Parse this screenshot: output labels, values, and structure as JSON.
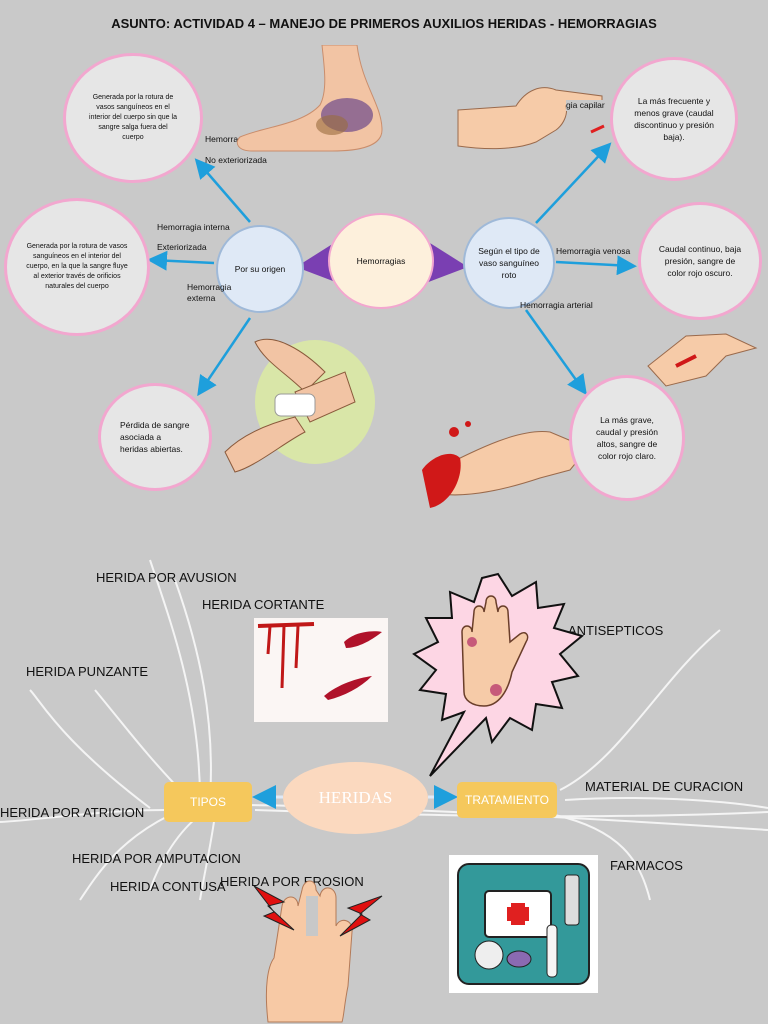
{
  "title": "ASUNTO: ACTIVIDAD 4 – MANEJO DE PRIMEROS AUXILIOS HERIDAS - HEMORRAGIAS",
  "hemorragias": {
    "center": "Hemorragias",
    "origin_node": "Por su origen",
    "vessel_node": "Según el tipo de vaso sanguíneo roto",
    "no_ext_label_a": "Hemorragia",
    "no_ext_label_b": "No exteriorizada",
    "no_ext_desc": "Generada por la rotura de vasos sanguíneos en el interior del cuerpo sin que la sangre salga fuera del cuerpo",
    "int_ext_label_a": "Hemorragia interna",
    "int_ext_label_b": "Exteriorizada",
    "int_ext_desc": "Generada por la rotura de vasos sanguíneos en el interior del cuerpo, en la que la sangre fluye al exterior través de orificios naturales del cuerpo",
    "external_label": "Hemorragia externa",
    "external_desc": "Pérdida de sangre asociada a heridas abiertas.",
    "capillary_label": "gia capilar",
    "capillary_desc": "La más frecuente y menos grave (caudal discontinuo y presión baja).",
    "venous_label": "Hemorragia venosa",
    "venous_desc": "Caudal continuo, baja presión, sangre de color rojo oscuro.",
    "arterial_label": "Hemorragia arterial",
    "arterial_desc": "La más grave, caudal y presión altos, sangre de color rojo claro."
  },
  "heridas": {
    "center": "HERIDAS",
    "tipos": "TIPOS",
    "tratamiento": "TRATAMIENTO",
    "avusion": "HERIDA POR AVUSION",
    "cortante": "HERIDA CORTANTE",
    "punzante": "HERIDA PUNZANTE",
    "atricion": "HERIDA POR ATRICION",
    "amputacion": "HERIDA POR AMPUTACION",
    "contusa": "HERIDA CONTUSA",
    "erosion": "HERIDA POR EROSION",
    "antisepticos": "ANTISEPTICOS",
    "material": "MATERIAL DE CURACION",
    "farmacos": "FARMACOS"
  },
  "colors": {
    "background": "#c9c9c9",
    "arrow_blue": "#1e9fdc",
    "arrow_purple": "#7a3fb2",
    "pill": "#f5c85c",
    "circle_border": "#f2a7cf"
  }
}
